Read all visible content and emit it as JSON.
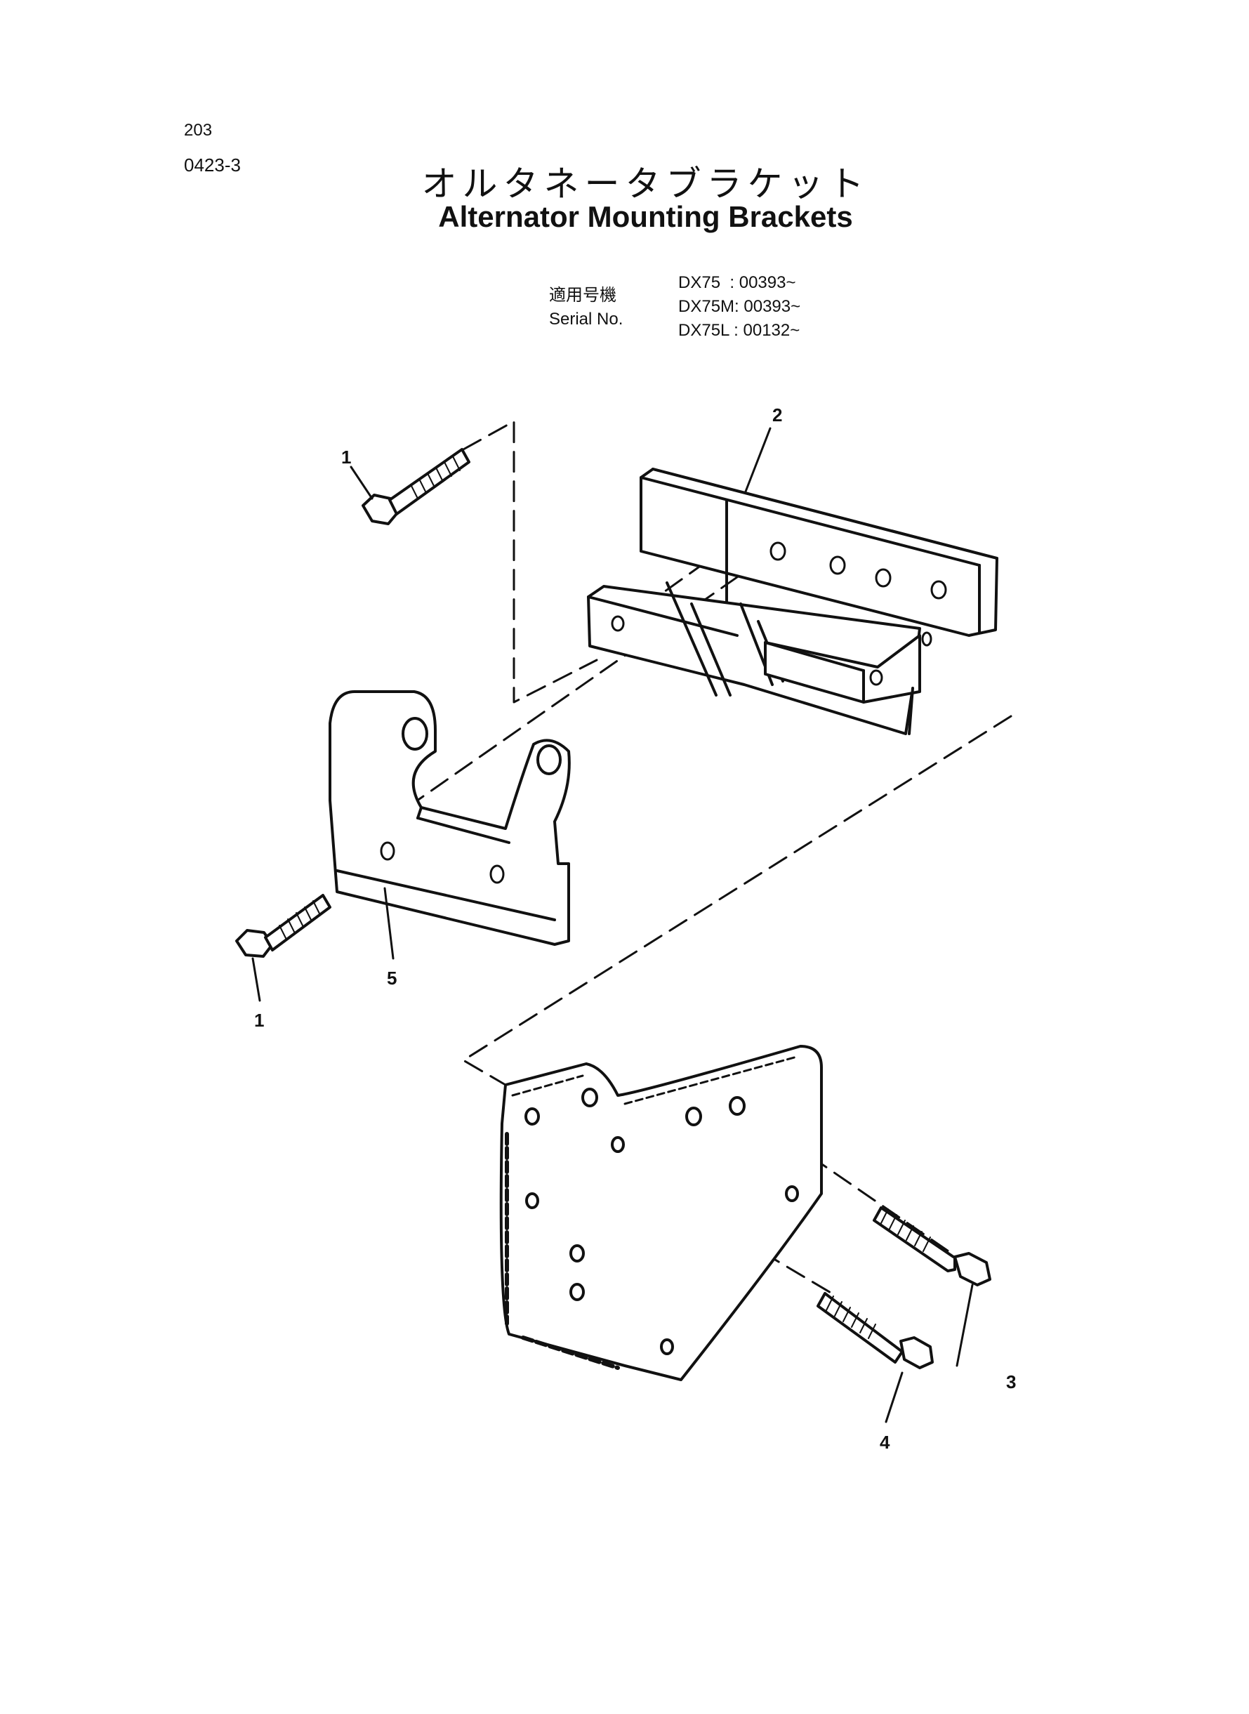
{
  "header": {
    "page_number": "203",
    "section_code": "0423-3",
    "title_jp": "オルタネータブラケット",
    "title_en": "Alternator Mounting Brackets"
  },
  "serial": {
    "label_jp": "適用号機",
    "label_en": "Serial No.",
    "rows": [
      {
        "model": "DX75",
        "sep": "  : ",
        "from": "00393~"
      },
      {
        "model": "DX75M",
        "sep": ": ",
        "from": "00393~"
      },
      {
        "model": "DX75L",
        "sep": " : ",
        "from": "00132~"
      }
    ]
  },
  "callouts": {
    "c1a": "1",
    "c1b": "1",
    "c2": "2",
    "c3": "3",
    "c4": "4",
    "c5": "5"
  }
}
